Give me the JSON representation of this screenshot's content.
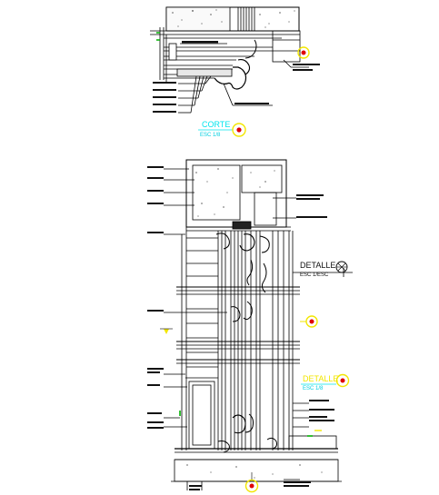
{
  "titles": {
    "corte": "CORTE",
    "corte_scale": "ESC 1/8",
    "detalle_a": "DETALLE",
    "detalle_a_scale": "ESC 1/ESC",
    "detalle_b": "DETALLE",
    "detalle_b_scale": "ESC 1/8"
  },
  "colors": {
    "line": "#000000",
    "cyan": "#00e5ee",
    "yellow": "#f2e600",
    "red": "#e00000",
    "green": "#00b000"
  },
  "icons": [
    "section-marker-icon",
    "detail-marker-icon",
    "level-marker-icon"
  ]
}
